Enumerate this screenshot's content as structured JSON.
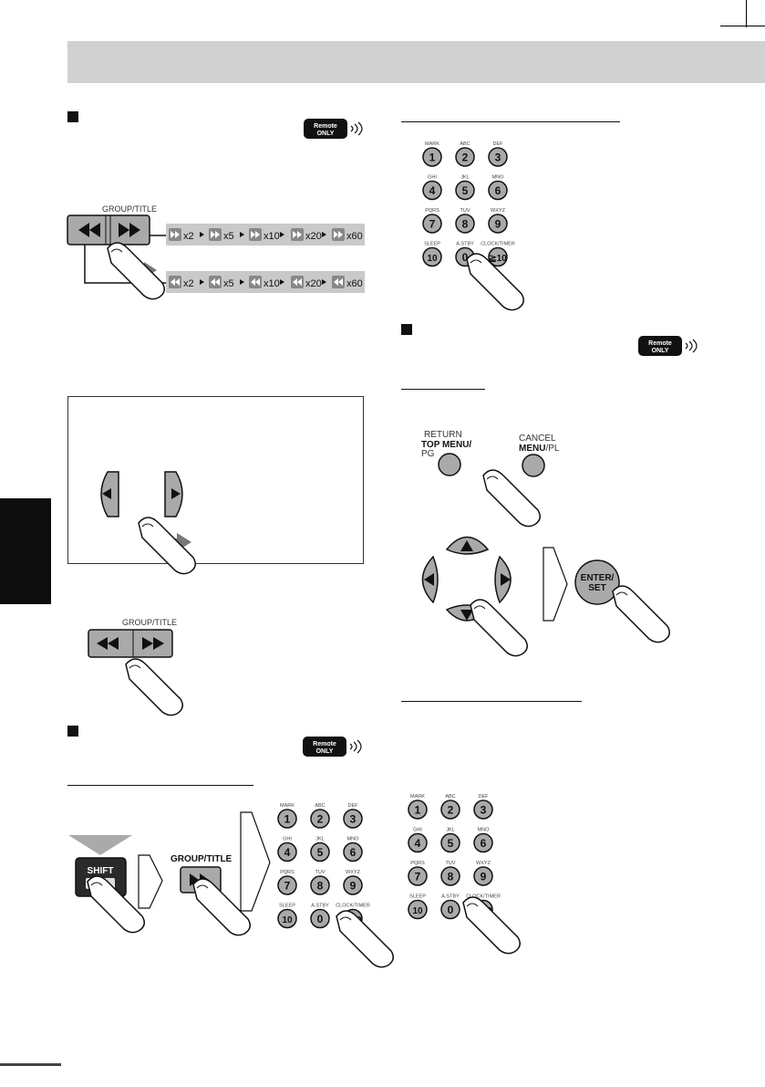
{
  "remote_badge": {
    "line1": "Remote",
    "line2": "ONLY"
  },
  "group_title_label": "GROUP/TITLE",
  "speed_steps_fwd": [
    "x2",
    "x5",
    "x10",
    "x20",
    "x60"
  ],
  "speed_steps_rev": [
    "x2",
    "x5",
    "x10",
    "x20",
    "x60"
  ],
  "keypad": {
    "keys": [
      {
        "label": "1",
        "letters": "MARK"
      },
      {
        "label": "2",
        "letters": "ABC"
      },
      {
        "label": "3",
        "letters": "DEF"
      },
      {
        "label": "4",
        "letters": "GHI"
      },
      {
        "label": "5",
        "letters": "JKL"
      },
      {
        "label": "6",
        "letters": "MNO"
      },
      {
        "label": "7",
        "letters": "PQRS"
      },
      {
        "label": "8",
        "letters": "TUV"
      },
      {
        "label": "9",
        "letters": "WXYZ"
      },
      {
        "label": "10",
        "letters": "SLEEP"
      },
      {
        "label": "0",
        "letters": "A.STBY"
      },
      {
        "label": "≧10",
        "letters": "CLOCK/TIMER"
      }
    ]
  },
  "shift_label": "SHIFT",
  "top_menu_button": {
    "top": "RETURN",
    "main": "TOP MENU/",
    "sub": "PG"
  },
  "menu_button": {
    "top": "CANCEL",
    "main": "MENU",
    "sub": "/PL"
  },
  "enter_button": {
    "line1": "ENTER/",
    "line2": "SET"
  },
  "colors": {
    "header_bar": "#d1d1d1",
    "button_fill": "#a9a9a9",
    "side_tab": "#0d0d0d"
  }
}
